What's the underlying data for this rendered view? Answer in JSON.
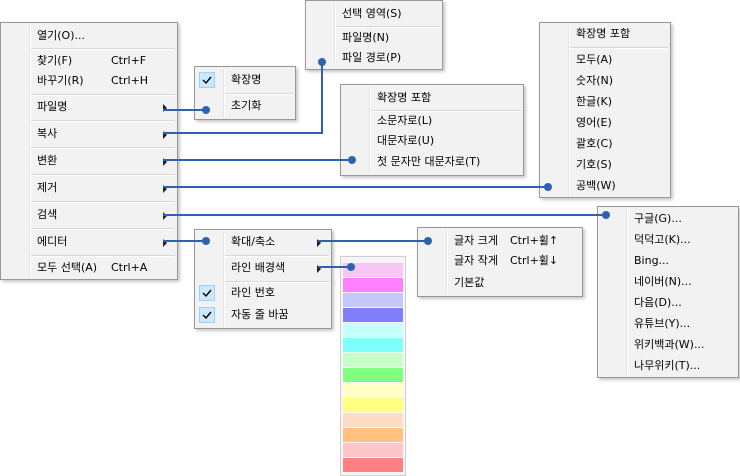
{
  "main_menu": {
    "open": "열기(O)...",
    "find": "찾기(F)",
    "find_shortcut": "Ctrl+F",
    "replace": "바꾸기(R)",
    "replace_shortcut": "Ctrl+H",
    "filename": "파일명",
    "copy": "복사",
    "convert": "변환",
    "remove": "제거",
    "search": "검색",
    "editor": "에디터",
    "select_all": "모두 선택(A)",
    "select_all_shortcut": "Ctrl+A"
  },
  "filename_menu": {
    "extension": "확장명",
    "reset": "초기화"
  },
  "copy_menu": {
    "selection": "선택 영역(S)",
    "filename": "파일명(N)",
    "filepath": "파일 경로(P)"
  },
  "convert_menu": {
    "include_extension": "확장명 포함",
    "lowercase": "소문자로(L)",
    "uppercase": "대문자로(U)",
    "capitalize": "첫 문자만 대문자로(T)"
  },
  "remove_menu": {
    "include_extension": "확장명 포함",
    "all": "모두(A)",
    "numbers": "숫자(N)",
    "hangul": "한글(K)",
    "english": "영어(E)",
    "brackets": "괄호(C)",
    "symbols": "기호(S)",
    "spaces": "공백(W)"
  },
  "search_menu": {
    "google": "구글(G)...",
    "duckduckgo": "덕덕고(K)...",
    "bing": "Bing...",
    "naver": "네이버(N)...",
    "daum": "다음(D)...",
    "youtube": "유튜브(Y)...",
    "wikipedia": "위키백과(W)...",
    "namuwiki": "나무위키(T)..."
  },
  "editor_menu": {
    "zoom": "확대/축소",
    "line_bg": "라인 배경색",
    "line_numbers": "라인 번호",
    "word_wrap": "자동 줄 바꿈"
  },
  "zoom_menu": {
    "font_up": "글자 크게",
    "font_up_shortcut": "Ctrl+휠↑",
    "font_down": "글자 작게",
    "font_down_shortcut": "Ctrl+휠↓",
    "default": "기본값"
  },
  "palette": [
    "#f7c6f7",
    "#ff80ff",
    "#c6c6ff",
    "#8080ff",
    "#c6ffff",
    "#80ffff",
    "#c6ffc6",
    "#80ff80",
    "#ffffc6",
    "#ffff80",
    "#ffdcc6",
    "#ffc080",
    "#ffc6c6",
    "#ff8080"
  ],
  "connector_color": "#2e62b0"
}
